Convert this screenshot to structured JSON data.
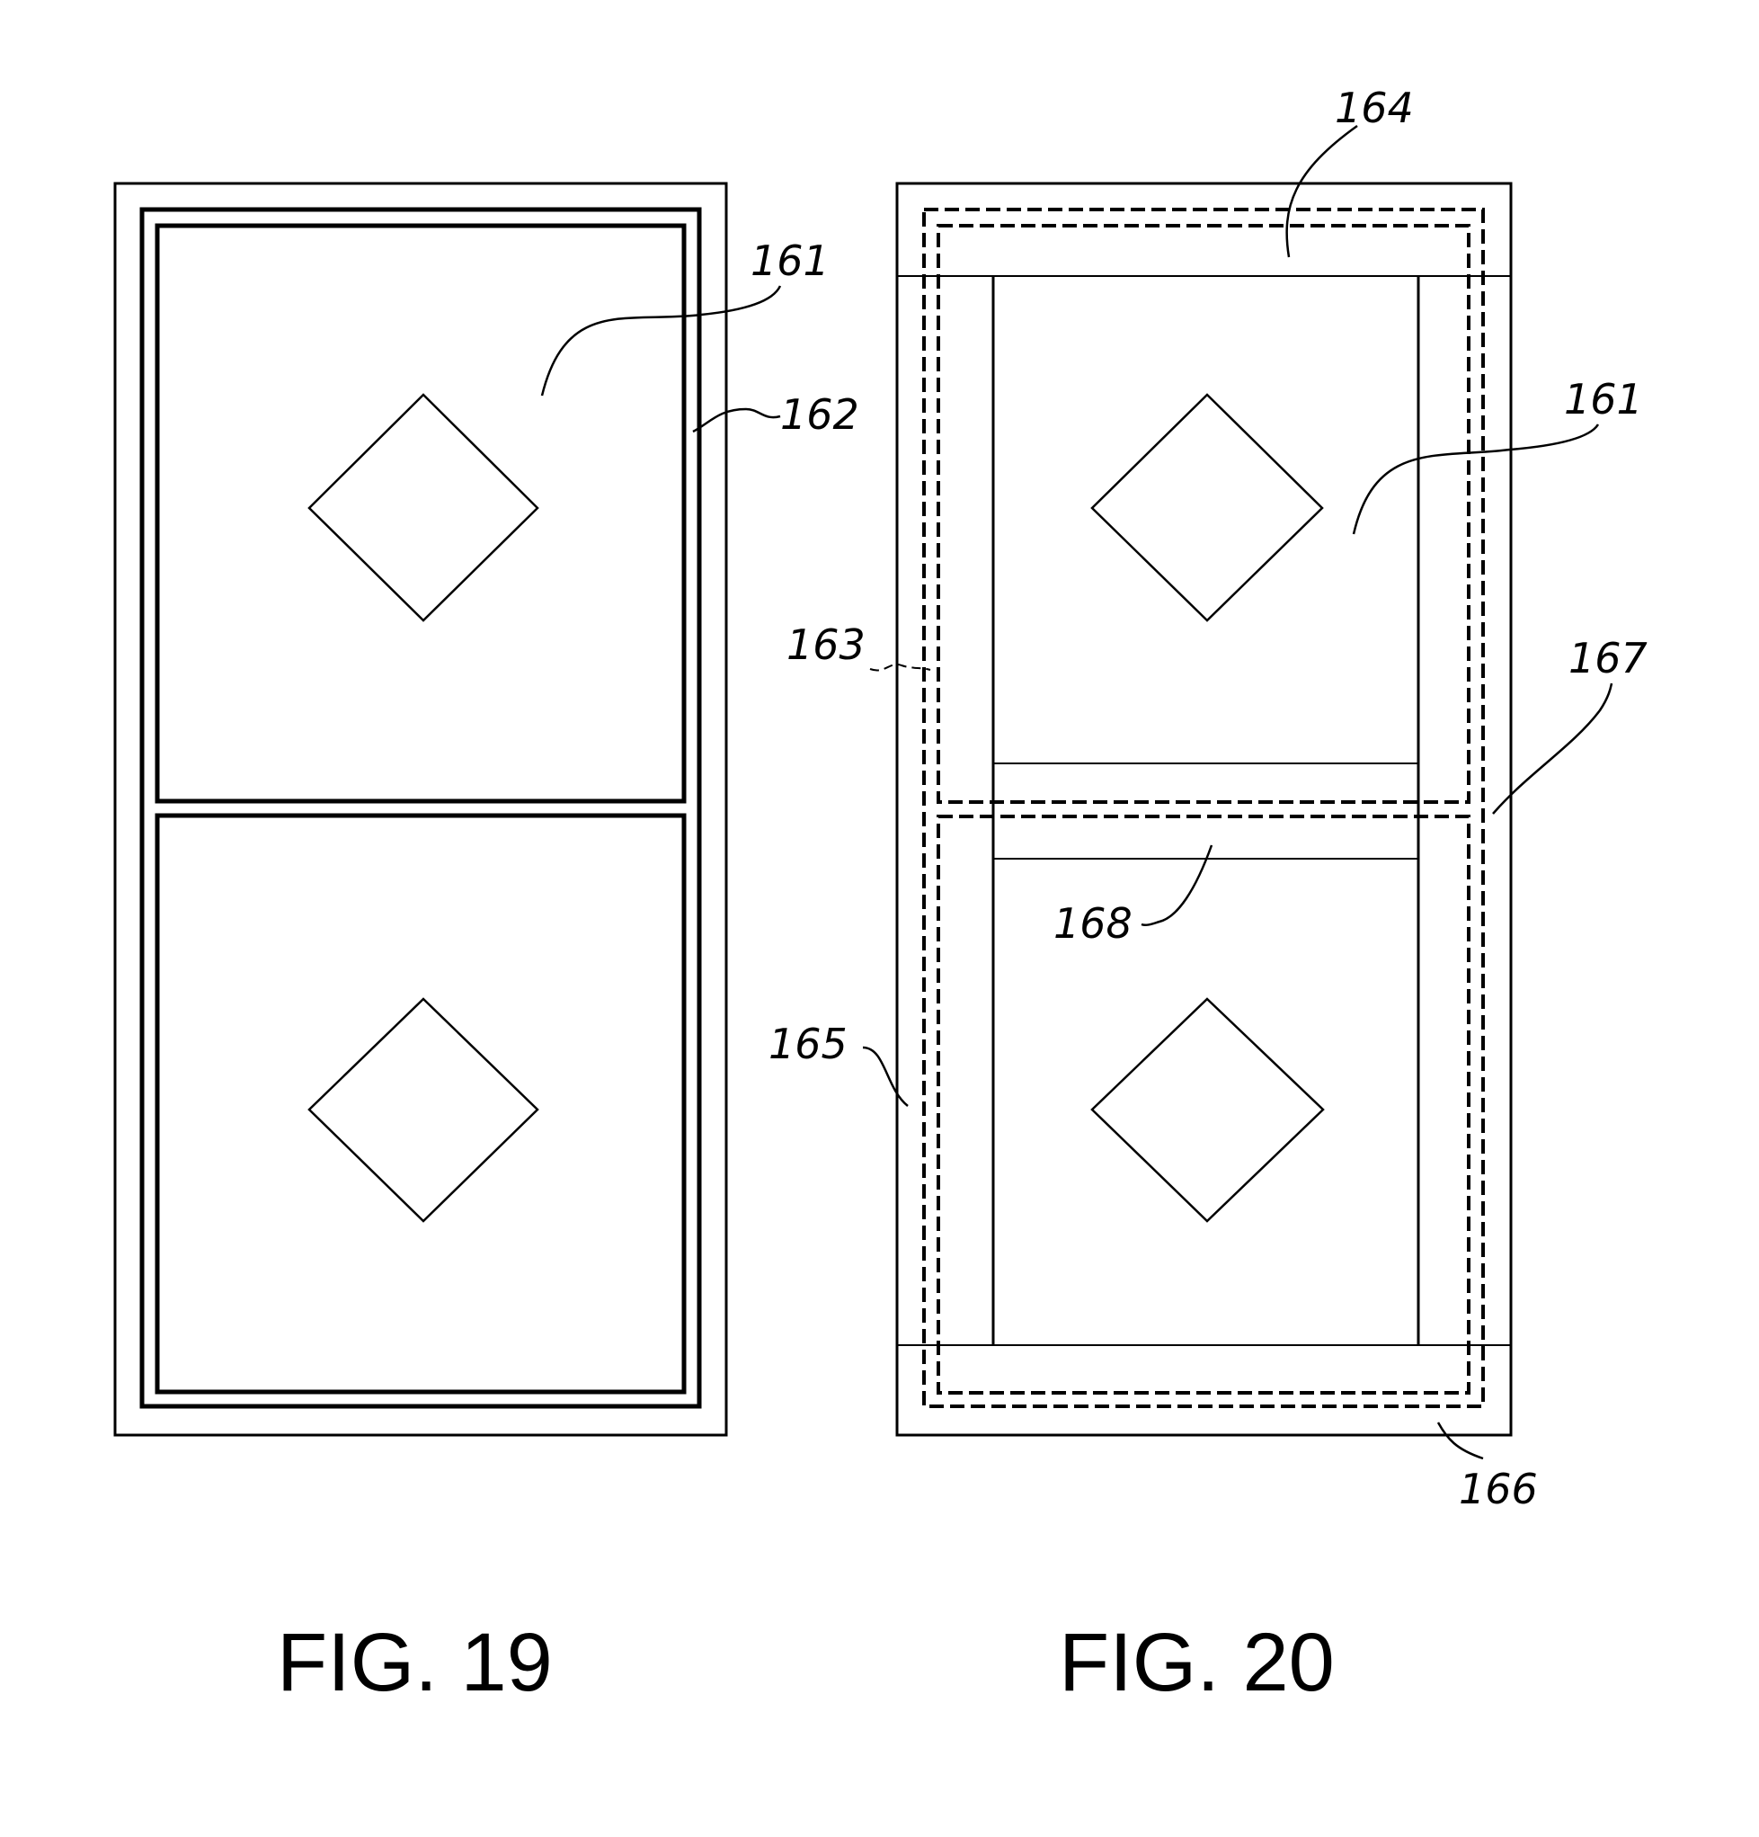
{
  "figures": [
    {
      "caption": "FIG. 19",
      "labels": {
        "panel": "161",
        "frame": "162"
      }
    },
    {
      "caption": "FIG. 20",
      "labels": {
        "panel": "161",
        "left_dashed": "163",
        "top_strip": "164",
        "left_rail": "165",
        "bottom_edge": "166",
        "right_rail": "167",
        "middle_strip": "168"
      }
    }
  ]
}
